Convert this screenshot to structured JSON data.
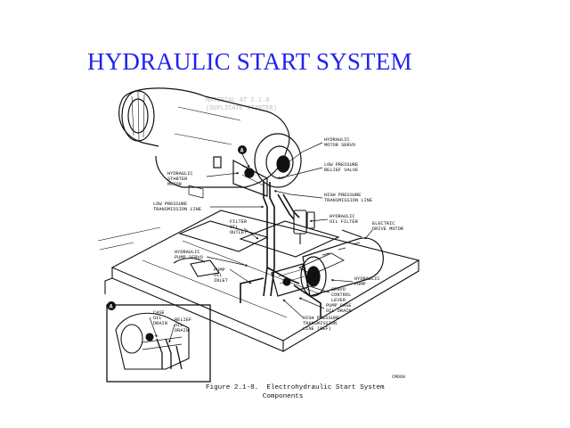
{
  "slide": {
    "title": "HYDRAULIC START SYSTEM"
  },
  "figure": {
    "faded_header_1": "MATERIAL AT 2.1.8",
    "faded_header_2": "(DUPLICATE STARTER)",
    "callout_letter": "A",
    "labels": {
      "hydraulic_motor_servo": [
        "HYDRAULIC",
        "MOTOR SERVO"
      ],
      "hydraulic_starter_motor": [
        "HYDRAULIC",
        "STARTER",
        "MOTOR"
      ],
      "low_pressure_relief_valve": [
        "LOW PRESSURE",
        "RELIEF VALVE"
      ],
      "high_pressure_transmission_line": [
        "HIGH PRESSURE",
        "TRANSMISSION LINE"
      ],
      "low_pressure_transmission_line": [
        "LOW PRESSURE",
        "TRANSMISSION LINE"
      ],
      "filter_oil_outlet": [
        "FILTER",
        "OIL",
        "OUTLET"
      ],
      "hydraulic_oil_filter": [
        "HYDRAULIC",
        "OIL FILTER"
      ],
      "electric_drive_motor": [
        "ELECTRIC",
        "DRIVE MOTOR"
      ],
      "hydraulic_pump_servo": [
        "HYDRAULIC",
        "PUMP SERVO"
      ],
      "pump_oil_inlet": [
        "PUMP",
        "OIL",
        "INLET"
      ],
      "hydraulic_pump": [
        "HYDRAULIC",
        "PUMP"
      ],
      "servo_control_lever": [
        "SERVO",
        "CONTROL",
        "LEVER"
      ],
      "pump_case_oil_drain": [
        "PUMP CASE",
        "OIL DRAIN"
      ],
      "high_pressure_transmission_line_ref": [
        "HIGH PRESSURE",
        "TRANSMISSION",
        "LINE (REF)"
      ],
      "case_oil_drain": [
        "CASE",
        "OIL",
        "DRAIN"
      ],
      "relief_oil_drain": [
        "RELIEF",
        "OIL",
        "DRAIN"
      ]
    },
    "id_code": "CM660",
    "caption": {
      "line1": "Figure 2.1-8.  Electrohydraulic Start System",
      "line2": "              Components"
    }
  }
}
